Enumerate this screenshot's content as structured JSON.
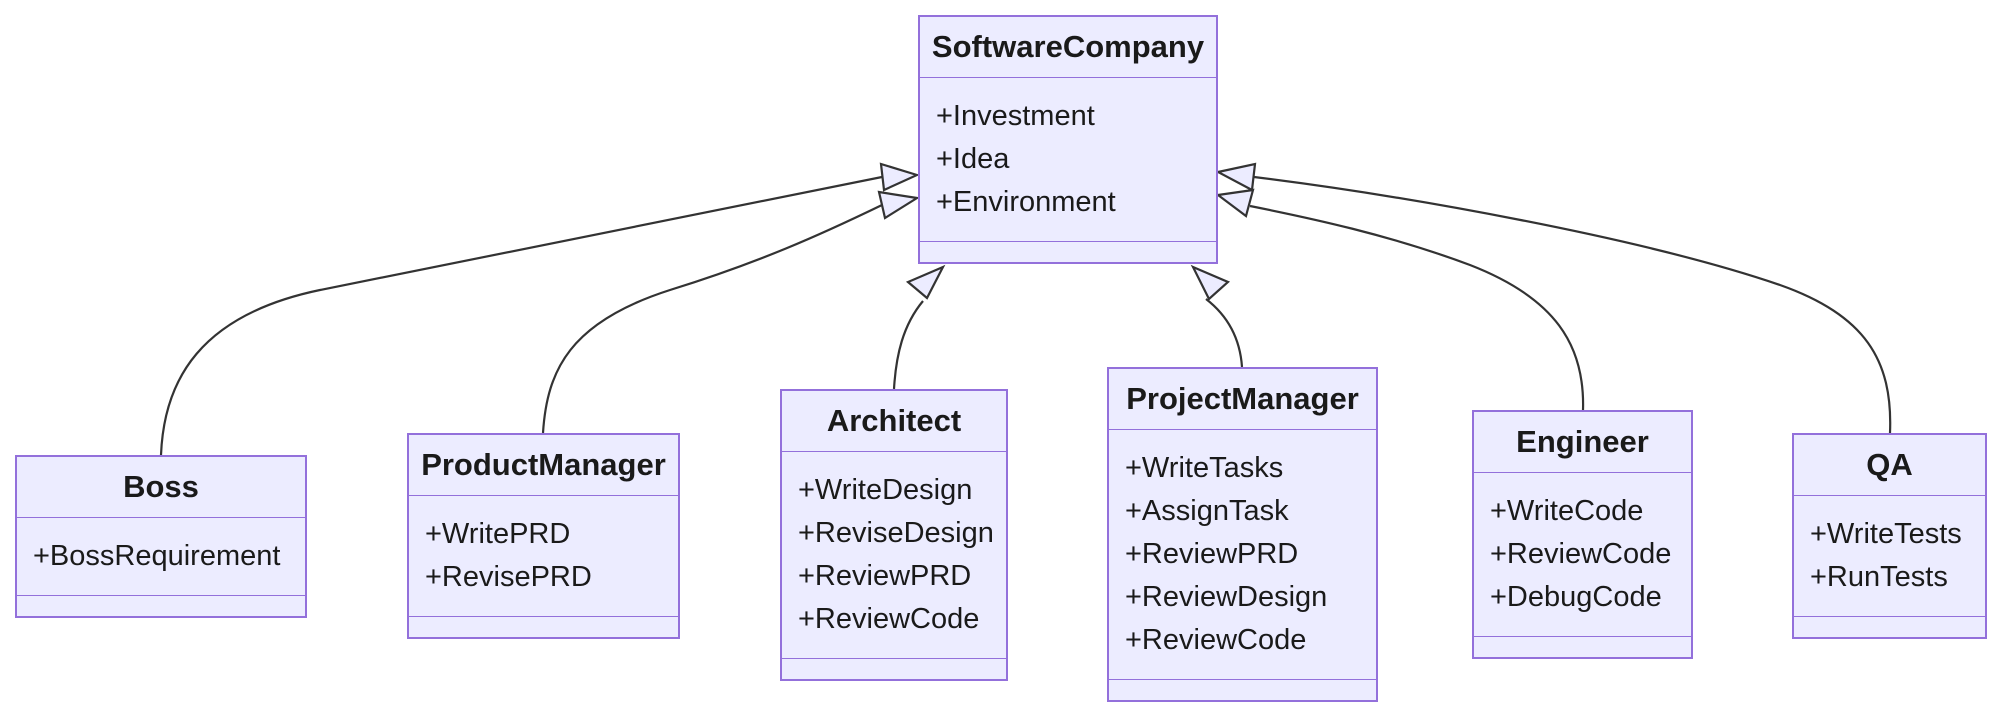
{
  "diagram": {
    "type": "uml-class-diagram",
    "background": "#ffffff",
    "colors": {
      "node_fill": "#ECECFF",
      "node_border": "#9370DB",
      "edge": "#333333",
      "arrowhead_fill": "#ECECFF",
      "text": "#1a1a1a"
    },
    "classes": [
      {
        "name": "SoftwareCompany",
        "members": [
          "+Investment",
          "+Idea",
          "+Environment"
        ],
        "methods": []
      },
      {
        "name": "Boss",
        "members": [
          "+BossRequirement"
        ],
        "methods": []
      },
      {
        "name": "ProductManager",
        "members": [
          "+WritePRD",
          "+RevisePRD"
        ],
        "methods": []
      },
      {
        "name": "Architect",
        "members": [
          "+WriteDesign",
          "+ReviseDesign",
          "+ReviewPRD",
          "+ReviewCode"
        ],
        "methods": []
      },
      {
        "name": "ProjectManager",
        "members": [
          "+WriteTasks",
          "+AssignTask",
          "+ReviewPRD",
          "+ReviewDesign",
          "+ReviewCode"
        ],
        "methods": []
      },
      {
        "name": "Engineer",
        "members": [
          "+WriteCode",
          "+ReviewCode",
          "+DebugCode"
        ],
        "methods": []
      },
      {
        "name": "QA",
        "members": [
          "+WriteTests",
          "+RunTests"
        ],
        "methods": []
      }
    ],
    "relations": [
      {
        "from": "Boss",
        "to": "SoftwareCompany",
        "type": "inheritance"
      },
      {
        "from": "ProductManager",
        "to": "SoftwareCompany",
        "type": "inheritance"
      },
      {
        "from": "Architect",
        "to": "SoftwareCompany",
        "type": "inheritance"
      },
      {
        "from": "ProjectManager",
        "to": "SoftwareCompany",
        "type": "inheritance"
      },
      {
        "from": "Engineer",
        "to": "SoftwareCompany",
        "type": "inheritance"
      },
      {
        "from": "QA",
        "to": "SoftwareCompany",
        "type": "inheritance"
      }
    ]
  }
}
